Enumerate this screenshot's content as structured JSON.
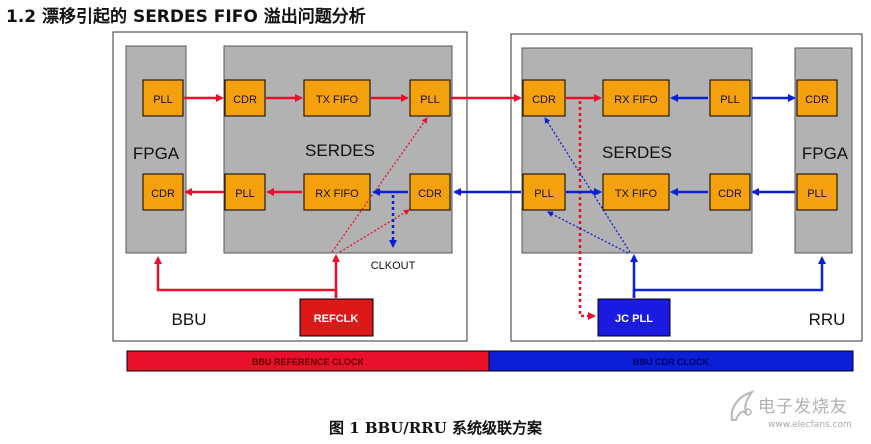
{
  "heading": "1.2 漂移引起的 SERDES FIFO 溢出问题分析",
  "caption": "图 1 BBU/RRU 系统级联方案",
  "bbu": {
    "label": "BBU",
    "fpga": {
      "label": "FPGA",
      "pll": "PLL",
      "cdr": "CDR"
    },
    "serdes": {
      "label": "SERDES",
      "cdr_top": "CDR",
      "tx_fifo": "TX FIFO",
      "pll_top": "PLL",
      "pll_bottom": "PLL",
      "rx_fifo": "RX FIFO",
      "cdr_bottom": "CDR"
    },
    "clkout": "CLKOUT",
    "refclk": "REFCLK"
  },
  "rru": {
    "label": "RRU",
    "serdes": {
      "label": "SERDES",
      "cdr_top": "CDR",
      "rx_fifo": "RX FIFO",
      "pll_top": "PLL",
      "pll_bottom": "PLL",
      "tx_fifo": "TX FIFO",
      "cdr_bottom": "CDR"
    },
    "fpga": {
      "label": "FPGA",
      "cdr": "CDR",
      "pll": "PLL"
    },
    "jc_pll": "JC PLL"
  },
  "legend": {
    "bbu_clock": "BBU REFERENCE CLOCK",
    "cdr_clock": "BBU CDR CLOCK"
  },
  "colors": {
    "block_fill": "#f5a10e",
    "block_stroke": "#000000",
    "panel_fill": "#b2b2b2",
    "red": "#e8102a",
    "blue": "#0b1fd6",
    "refclk_fill": "#dd1818",
    "jcpll_fill": "#1a1ae0"
  },
  "watermark": {
    "text": "电子发烧友",
    "url": "www.elecfans.com"
  }
}
